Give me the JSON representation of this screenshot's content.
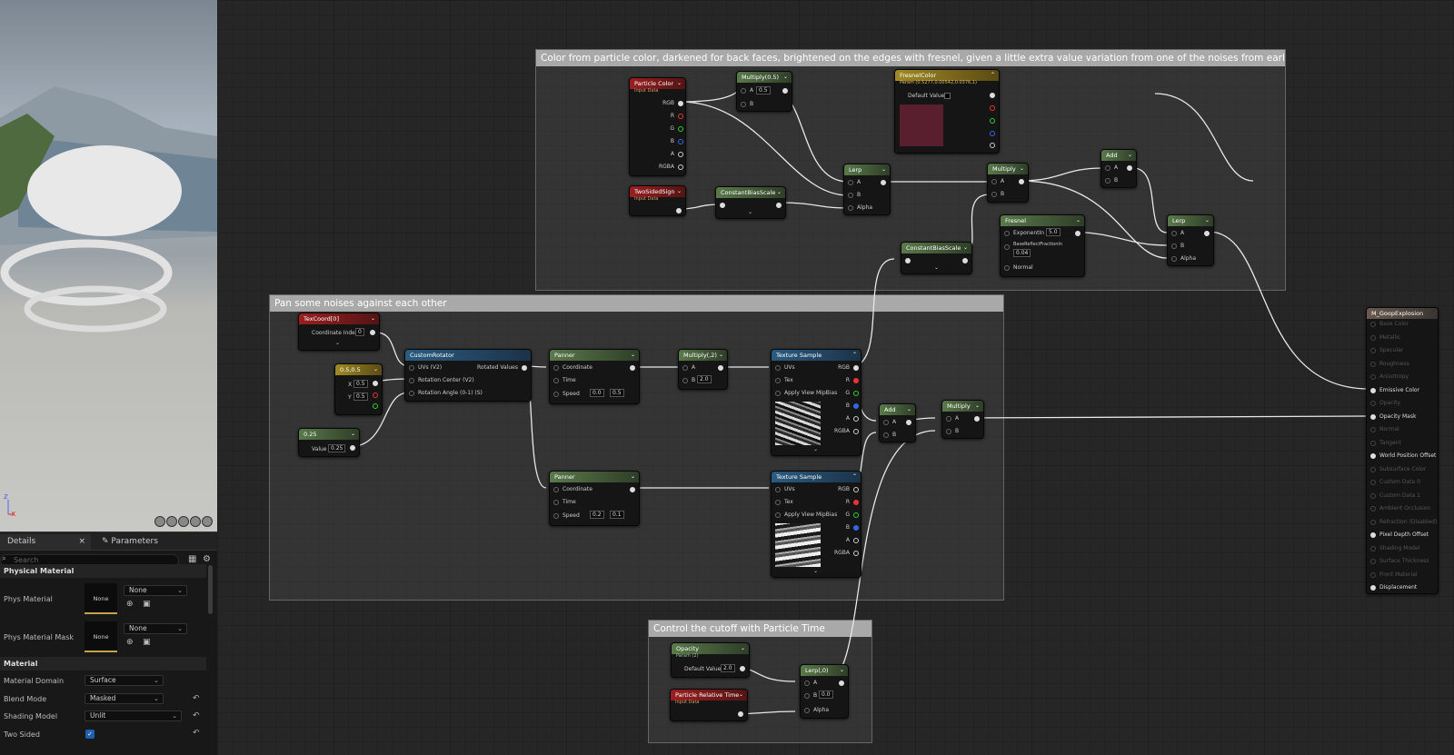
{
  "details": {
    "tabs": [
      {
        "label": "Details"
      },
      {
        "label": "Parameters"
      }
    ],
    "search_placeholder": "Search",
    "physical_material": {
      "category": "Physical Material",
      "phys_material_label": "Phys Material",
      "phys_material_thumb": "None",
      "phys_material_value": "None",
      "phys_mask_label": "Phys Material Mask",
      "phys_mask_thumb": "None",
      "phys_mask_value": "None"
    },
    "material": {
      "category": "Material",
      "domain_label": "Material Domain",
      "domain_value": "Surface",
      "blend_label": "Blend Mode",
      "blend_value": "Masked",
      "shading_label": "Shading Model",
      "shading_value": "Unlit",
      "two_sided_label": "Two Sided",
      "two_sided_checked": true
    }
  },
  "comments": {
    "top": "Color from particle color, darkened for back faces, brightened on the edges with fresnel, given a little extra value variation from one of the noises from earlier",
    "noise": "Pan some noises against each other",
    "cutoff": "Control the cutoff with Particle Time"
  },
  "nodes": {
    "particle_color": {
      "title": "Particle Color",
      "sub": "Input Data",
      "pins": [
        "RGB",
        "R",
        "G",
        "B",
        "A",
        "RGBA"
      ]
    },
    "multiply_05": {
      "title": "Multiply(0.5)",
      "a_label": "A",
      "a_value": "0.5",
      "b_label": "B"
    },
    "fresnel_color": {
      "title": "FresnelColor",
      "sub": "Param (0.5277,0.00542,0.0376,1)",
      "default_label": "Default Value",
      "swatch": "#5a1f2f"
    },
    "two_sided_sign": {
      "title": "TwoSidedSign",
      "sub": "Input Data"
    },
    "constant_bias_scale_1": {
      "title": "ConstantBiasScale"
    },
    "lerp_top": {
      "title": "Lerp",
      "a": "A",
      "b": "B",
      "alpha": "Alpha"
    },
    "multiply_top": {
      "title": "Multiply",
      "a": "A",
      "b": "B"
    },
    "add_top": {
      "title": "Add",
      "a": "A",
      "b": "B"
    },
    "fresnel": {
      "title": "Fresnel",
      "exponent_label": "ExponentIn",
      "exponent_value": "5.0",
      "base_label": "BaseReflectFractionIn",
      "base_value": "0.04",
      "normal_label": "Normal"
    },
    "lerp_top2": {
      "title": "Lerp",
      "a": "A",
      "b": "B",
      "alpha": "Alpha"
    },
    "constant_bias_scale_2": {
      "title": "ConstantBiasScale"
    },
    "texcoord": {
      "title": "TexCoord[0]",
      "index_label": "Coordinate Index",
      "index_value": "0"
    },
    "vec_05": {
      "title": "0.5,0.5",
      "x_label": "X",
      "x_value": "0.5",
      "y_label": "Y",
      "y_value": "0.5"
    },
    "scalar_025": {
      "title": "0.25",
      "value_label": "Value",
      "value": "0.25"
    },
    "custom_rotator": {
      "title": "CustomRotator",
      "pins": [
        "UVs (V2)",
        "Rotation Center (V2)",
        "Rotation Angle (0-1) (S)"
      ],
      "out": "Rotated Values"
    },
    "panner_1": {
      "title": "Panner",
      "coord": "Coordinate",
      "time": "Time",
      "speed": "Speed",
      "sx": "0.0",
      "sy": "0.5"
    },
    "multiply_2": {
      "title": "Multiply(,2)",
      "a": "A",
      "b": "B",
      "b_value": "2.0"
    },
    "texture_1": {
      "title": "Texture Sample",
      "uvs": "UVs",
      "tex": "Tex",
      "mip": "Apply View MipBias",
      "outs": [
        "RGB",
        "R",
        "G",
        "B",
        "A",
        "RGBA"
      ]
    },
    "panner_2": {
      "title": "Panner",
      "coord": "Coordinate",
      "time": "Time",
      "speed": "Speed",
      "sx": "0.2",
      "sy": "0.1"
    },
    "texture_2": {
      "title": "Texture Sample",
      "uvs": "UVs",
      "tex": "Tex",
      "mip": "Apply View MipBias",
      "outs": [
        "RGB",
        "R",
        "G",
        "B",
        "A",
        "RGBA"
      ]
    },
    "add_noise": {
      "title": "Add",
      "a": "A",
      "b": "B"
    },
    "multiply_noise": {
      "title": "Multiply",
      "a": "A",
      "b": "B"
    },
    "opacity": {
      "title": "Opacity",
      "sub": "Param (2)",
      "default_label": "Default Value",
      "default_value": "2.0"
    },
    "particle_time": {
      "title": "Particle Relative Time",
      "sub": "Input Data"
    },
    "lerp_cutoff": {
      "title": "Lerp(,0)",
      "a": "A",
      "b": "B",
      "b_value": "0.0",
      "alpha": "Alpha"
    },
    "result": {
      "title": "M_GoopExplosion",
      "pins": [
        {
          "label": "Base Color",
          "active": false
        },
        {
          "label": "Metallic",
          "active": false
        },
        {
          "label": "Specular",
          "active": false
        },
        {
          "label": "Roughness",
          "active": false
        },
        {
          "label": "Anisotropy",
          "active": false
        },
        {
          "label": "Emissive Color",
          "active": true
        },
        {
          "label": "Opacity",
          "active": false
        },
        {
          "label": "Opacity Mask",
          "active": true
        },
        {
          "label": "Normal",
          "active": false
        },
        {
          "label": "Tangent",
          "active": false
        },
        {
          "label": "World Position Offset",
          "active": true
        },
        {
          "label": "Subsurface Color",
          "active": false
        },
        {
          "label": "Custom Data 0",
          "active": false
        },
        {
          "label": "Custom Data 1",
          "active": false
        },
        {
          "label": "Ambient Occlusion",
          "active": false
        },
        {
          "label": "Refraction (Disabled)",
          "active": false
        },
        {
          "label": "Pixel Depth Offset",
          "active": true
        },
        {
          "label": "Shading Model",
          "active": false
        },
        {
          "label": "Surface Thickness",
          "active": false
        },
        {
          "label": "Front Material",
          "active": false
        },
        {
          "label": "Displacement",
          "active": true
        }
      ]
    }
  },
  "colors": {
    "accent": "#c7a24a",
    "param_green": "#5a7a4a",
    "input_red": "#9a1f20",
    "texture_blue": "#2a5c82",
    "const_gold": "#a08a24"
  }
}
